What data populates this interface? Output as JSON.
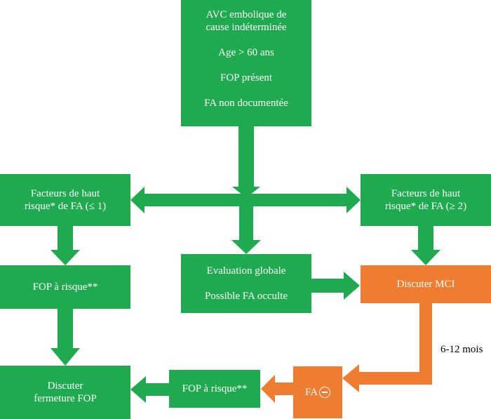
{
  "colors": {
    "green": "#1faa4f",
    "orange": "#ee7d32"
  },
  "top_box": {
    "line1": "AVC embolique de",
    "line2": "cause indéterminée",
    "line3": "Age > 60 ans",
    "line4": "FOP présent",
    "line5": "FA non documentée"
  },
  "left_risk_box": {
    "line1": "Facteurs de haut",
    "line2": "risque* de FA (≤ 1)"
  },
  "right_risk_box": {
    "line1": "Facteurs de haut",
    "line2": "risque* de FA (≥ 2)"
  },
  "fop_risk_left": {
    "text": "FOP à risque**"
  },
  "eval_box": {
    "line1": "Evaluation globale",
    "line2": "Possible FA occulte"
  },
  "mci_box": {
    "text": "Discuter MCI"
  },
  "duration_label": "6-12 mois",
  "fa_box": {
    "text": "FA"
  },
  "fop_risk_bottom": {
    "text": "FOP à risque**"
  },
  "closure_box": {
    "line1": "Discuter",
    "line2": "fermeture FOP"
  }
}
